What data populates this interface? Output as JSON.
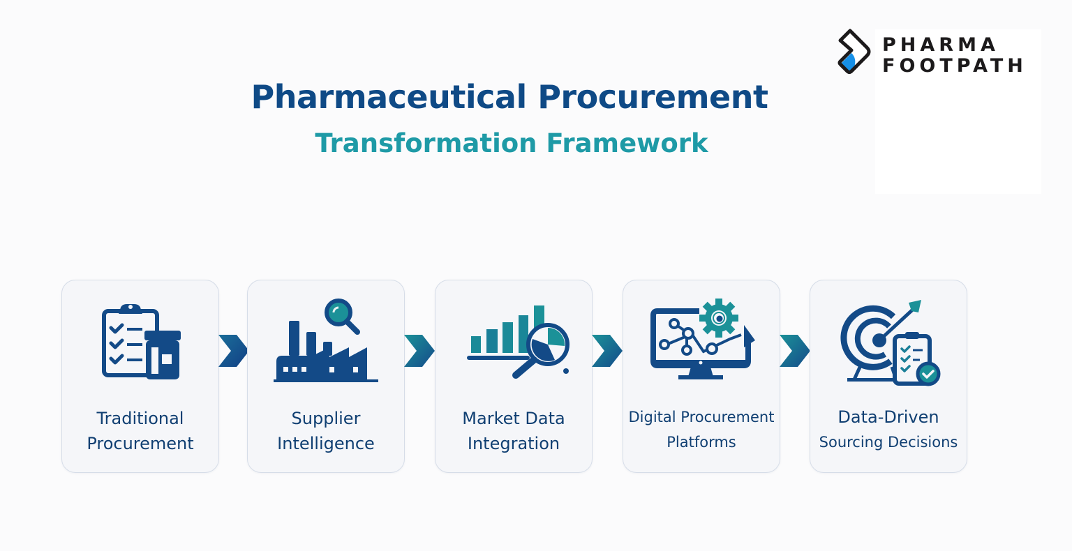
{
  "brand": {
    "line1": "PHARMA",
    "line2": "FOOTPATH",
    "accent": "#1690e8",
    "ink": "#1c1a1b"
  },
  "header": {
    "title": "Pharmaceutical Procurement",
    "subtitle": "Transformation Framework",
    "title_color": "#0f4a86",
    "subtitle_color": "#1e9aa6"
  },
  "flow": {
    "steps": [
      {
        "icon": "clipboard-medicine-icon",
        "line1": "Traditional",
        "line2": "Procurement"
      },
      {
        "icon": "factory-search-icon",
        "line1": "Supplier",
        "line2": "Intelligence"
      },
      {
        "icon": "chart-magnifier-icon",
        "line1": "Market Data",
        "line2": "Integration"
      },
      {
        "icon": "monitor-gear-icon",
        "line1": "Digital Procurement",
        "line2": "Platforms"
      },
      {
        "icon": "target-checklist-icon",
        "line1": "Data-Driven",
        "line2": "Sourcing Decisions"
      }
    ],
    "arrow_icon": "chevron-right-icon",
    "colors": {
      "navy": "#134a87",
      "teal": "#1b9198"
    }
  }
}
